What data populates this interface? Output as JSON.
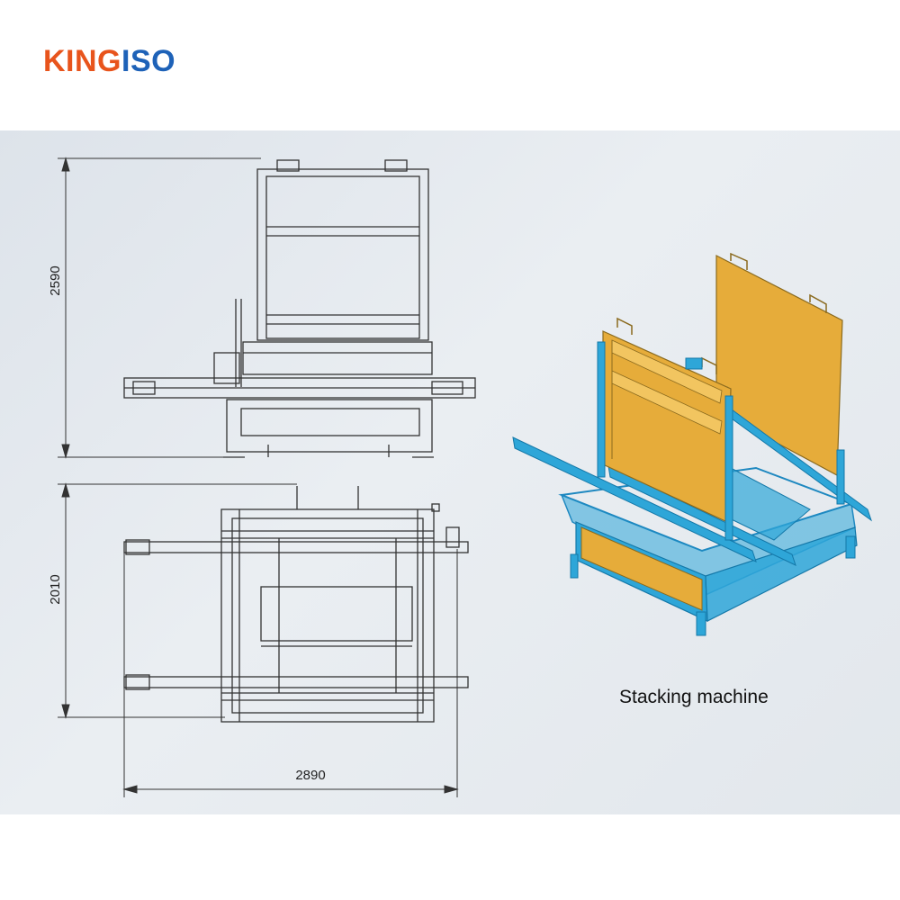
{
  "brand": {
    "part1": "KING",
    "part2": "ISO",
    "color1": "#e8541c",
    "color2": "#1e62b8"
  },
  "caption": "Stacking machine",
  "dimensions": {
    "height": "2590",
    "width": "2010",
    "length": "2890"
  },
  "colors": {
    "frame": "#2ea6d8",
    "panel": "#e6ac3a",
    "line": "#333333"
  }
}
